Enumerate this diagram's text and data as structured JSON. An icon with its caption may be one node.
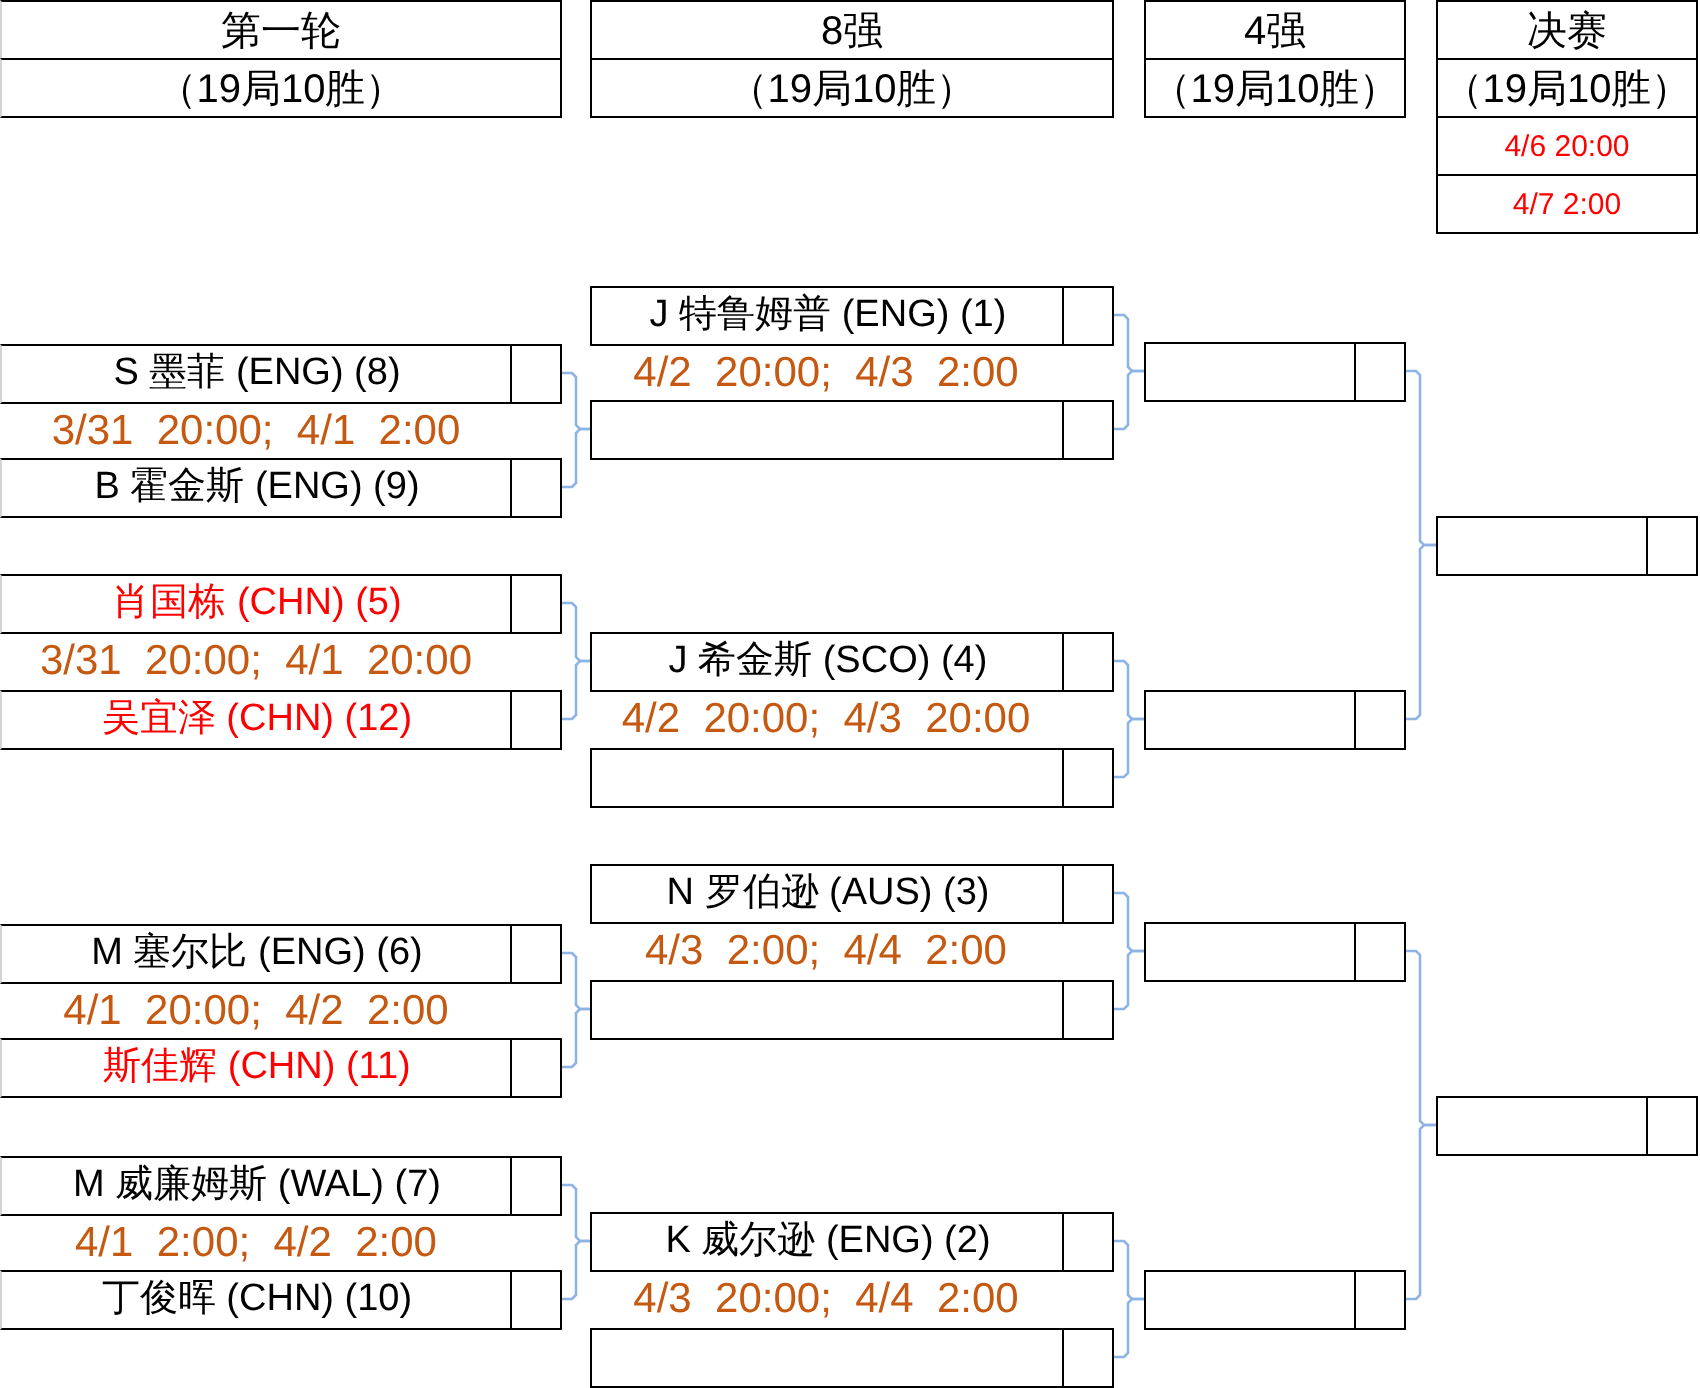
{
  "diagram": {
    "nodes": [
      {
        "text": [
          "第一轮"
        ]
      },
      {
        "text": [
          "（19局10胜）"
        ]
      },
      {
        "text": [
          "8强"
        ]
      },
      {
        "text": [
          "（19局10胜）"
        ]
      },
      {
        "text": [
          "4强"
        ]
      },
      {
        "text": [
          "（19局10胜）"
        ]
      },
      {
        "text": [
          "决赛"
        ]
      },
      {
        "text": [
          "（19局10胜）"
        ]
      },
      {
        "text": [
          "4/6 20:00"
        ]
      },
      {
        "text": [
          "4/7 2:00"
        ]
      },
      {
        "text": [
          "S 墨菲 (ENG) (8)"
        ]
      },
      {
        "text": [],
        "shape": "box",
        "in": 10
      },
      {
        "text": [
          "B 霍金斯 (ENG) (9)"
        ]
      },
      {
        "text": [],
        "shape": "box",
        "in": 12
      },
      {
        "text": [
          "肖国栋 (CHN) (5)"
        ]
      },
      {
        "text": [],
        "shape": "box",
        "in": 14
      },
      {
        "text": [
          "吴宜泽 (CHN) (12)"
        ]
      },
      {
        "text": [],
        "shape": "box",
        "in": 16
      },
      {
        "text": [
          "M 塞尔比 (ENG) (6)"
        ]
      },
      {
        "text": [],
        "shape": "box",
        "in": 18
      },
      {
        "text": [
          "斯佳辉 (CHN) (11)"
        ]
      },
      {
        "text": [],
        "shape": "box",
        "in": 20
      },
      {
        "text": [
          "M 威廉姆斯 (WAL) (7)"
        ]
      },
      {
        "text": [],
        "shape": "box",
        "in": 22
      },
      {
        "text": [
          "丁俊晖 (CHN) (10)"
        ]
      },
      {
        "text": [],
        "shape": "box",
        "in": 24
      },
      {
        "text": [
          "J 特鲁姆普 (ENG) (1)"
        ]
      },
      {
        "text": [],
        "shape": "box",
        "in": 26
      },
      {
        "text": [],
        "shape": "box"
      },
      {
        "text": [],
        "shape": "box",
        "in": 28
      },
      {
        "text": [
          "J 希金斯 (SCO) (4)"
        ]
      },
      {
        "text": [],
        "shape": "box",
        "in": 30
      },
      {
        "text": [],
        "shape": "box"
      },
      {
        "text": [],
        "shape": "box",
        "in": 32
      },
      {
        "text": [
          "N 罗伯逊 (AUS) (3)"
        ]
      },
      {
        "text": [],
        "shape": "box",
        "in": 34
      },
      {
        "text": [],
        "shape": "box"
      },
      {
        "text": [],
        "shape": "box",
        "in": 36
      },
      {
        "text": [
          "K 威尔逊 (ENG) (2)"
        ]
      },
      {
        "text": [],
        "shape": "box",
        "in": 38
      },
      {
        "text": [],
        "shape": "box"
      },
      {
        "text": [],
        "shape": "box",
        "in": 40
      },
      {
        "text": [],
        "shape": "box"
      },
      {
        "text": [],
        "shape": "box",
        "in": 42
      },
      {
        "text": [],
        "shape": "box"
      },
      {
        "text": [],
        "shape": "box",
        "in": 44
      },
      {
        "text": [],
        "shape": "box"
      },
      {
        "text": [],
        "shape": "box",
        "in": 46
      },
      {
        "text": [],
        "shape": "box"
      },
      {
        "text": [],
        "shape": "box",
        "in": 48
      },
      {
        "text": [],
        "shape": "box"
      },
      {
        "text": [],
        "shape": "box",
        "in": 50
      },
      {
        "text": [],
        "shape": "box"
      },
      {
        "text": [],
        "shape": "box",
        "in": 52
      }
    ],
    "edges": [
      {
        "from": 10,
        "to": 28,
        "arrow": "none"
      },
      {
        "from": 12,
        "to": 28,
        "arrow": "none"
      },
      {
        "from": 14,
        "to": 30,
        "arrow": "none"
      },
      {
        "from": 16,
        "to": 30,
        "arrow": "none"
      },
      {
        "from": 18,
        "to": 36,
        "arrow": "none"
      },
      {
        "from": 20,
        "to": 36,
        "arrow": "none"
      },
      {
        "from": 22,
        "to": 38,
        "arrow": "none"
      },
      {
        "from": 24,
        "to": 38,
        "arrow": "none"
      },
      {
        "from": 26,
        "to": 42,
        "arrow": "none"
      },
      {
        "from": 28,
        "to": 42,
        "arrow": "none"
      },
      {
        "from": 30,
        "to": 44,
        "arrow": "none"
      },
      {
        "from": 32,
        "to": 44,
        "arrow": "none"
      },
      {
        "from": 34,
        "to": 46,
        "arrow": "none"
      },
      {
        "from": 36,
        "to": 46,
        "arrow": "none"
      },
      {
        "from": 38,
        "to": 48,
        "arrow": "none"
      },
      {
        "from": 40,
        "to": 48,
        "arrow": "none"
      },
      {
        "from": 42,
        "to": 50,
        "arrow": "none"
      },
      {
        "from": 44,
        "to": 50,
        "arrow": "none"
      },
      {
        "from": 46,
        "to": 52,
        "arrow": "none"
      },
      {
        "from": 48,
        "to": 52,
        "arrow": "none"
      }
    ],
    "labels": [
      "4/2  20:00;  4/3  2:00",
      "3/31  20:00;  4/1  2:00",
      "3/31  20:00;  4/1  20:00",
      "4/2  20:00;  4/3  20:00",
      "4/3  2:00;  4/4  2:00",
      "4/1  20:00;  4/2  2:00",
      "4/1  2:00;  4/2  2:00",
      "4/3  20:00;  4/4  2:00"
    ]
  }
}
